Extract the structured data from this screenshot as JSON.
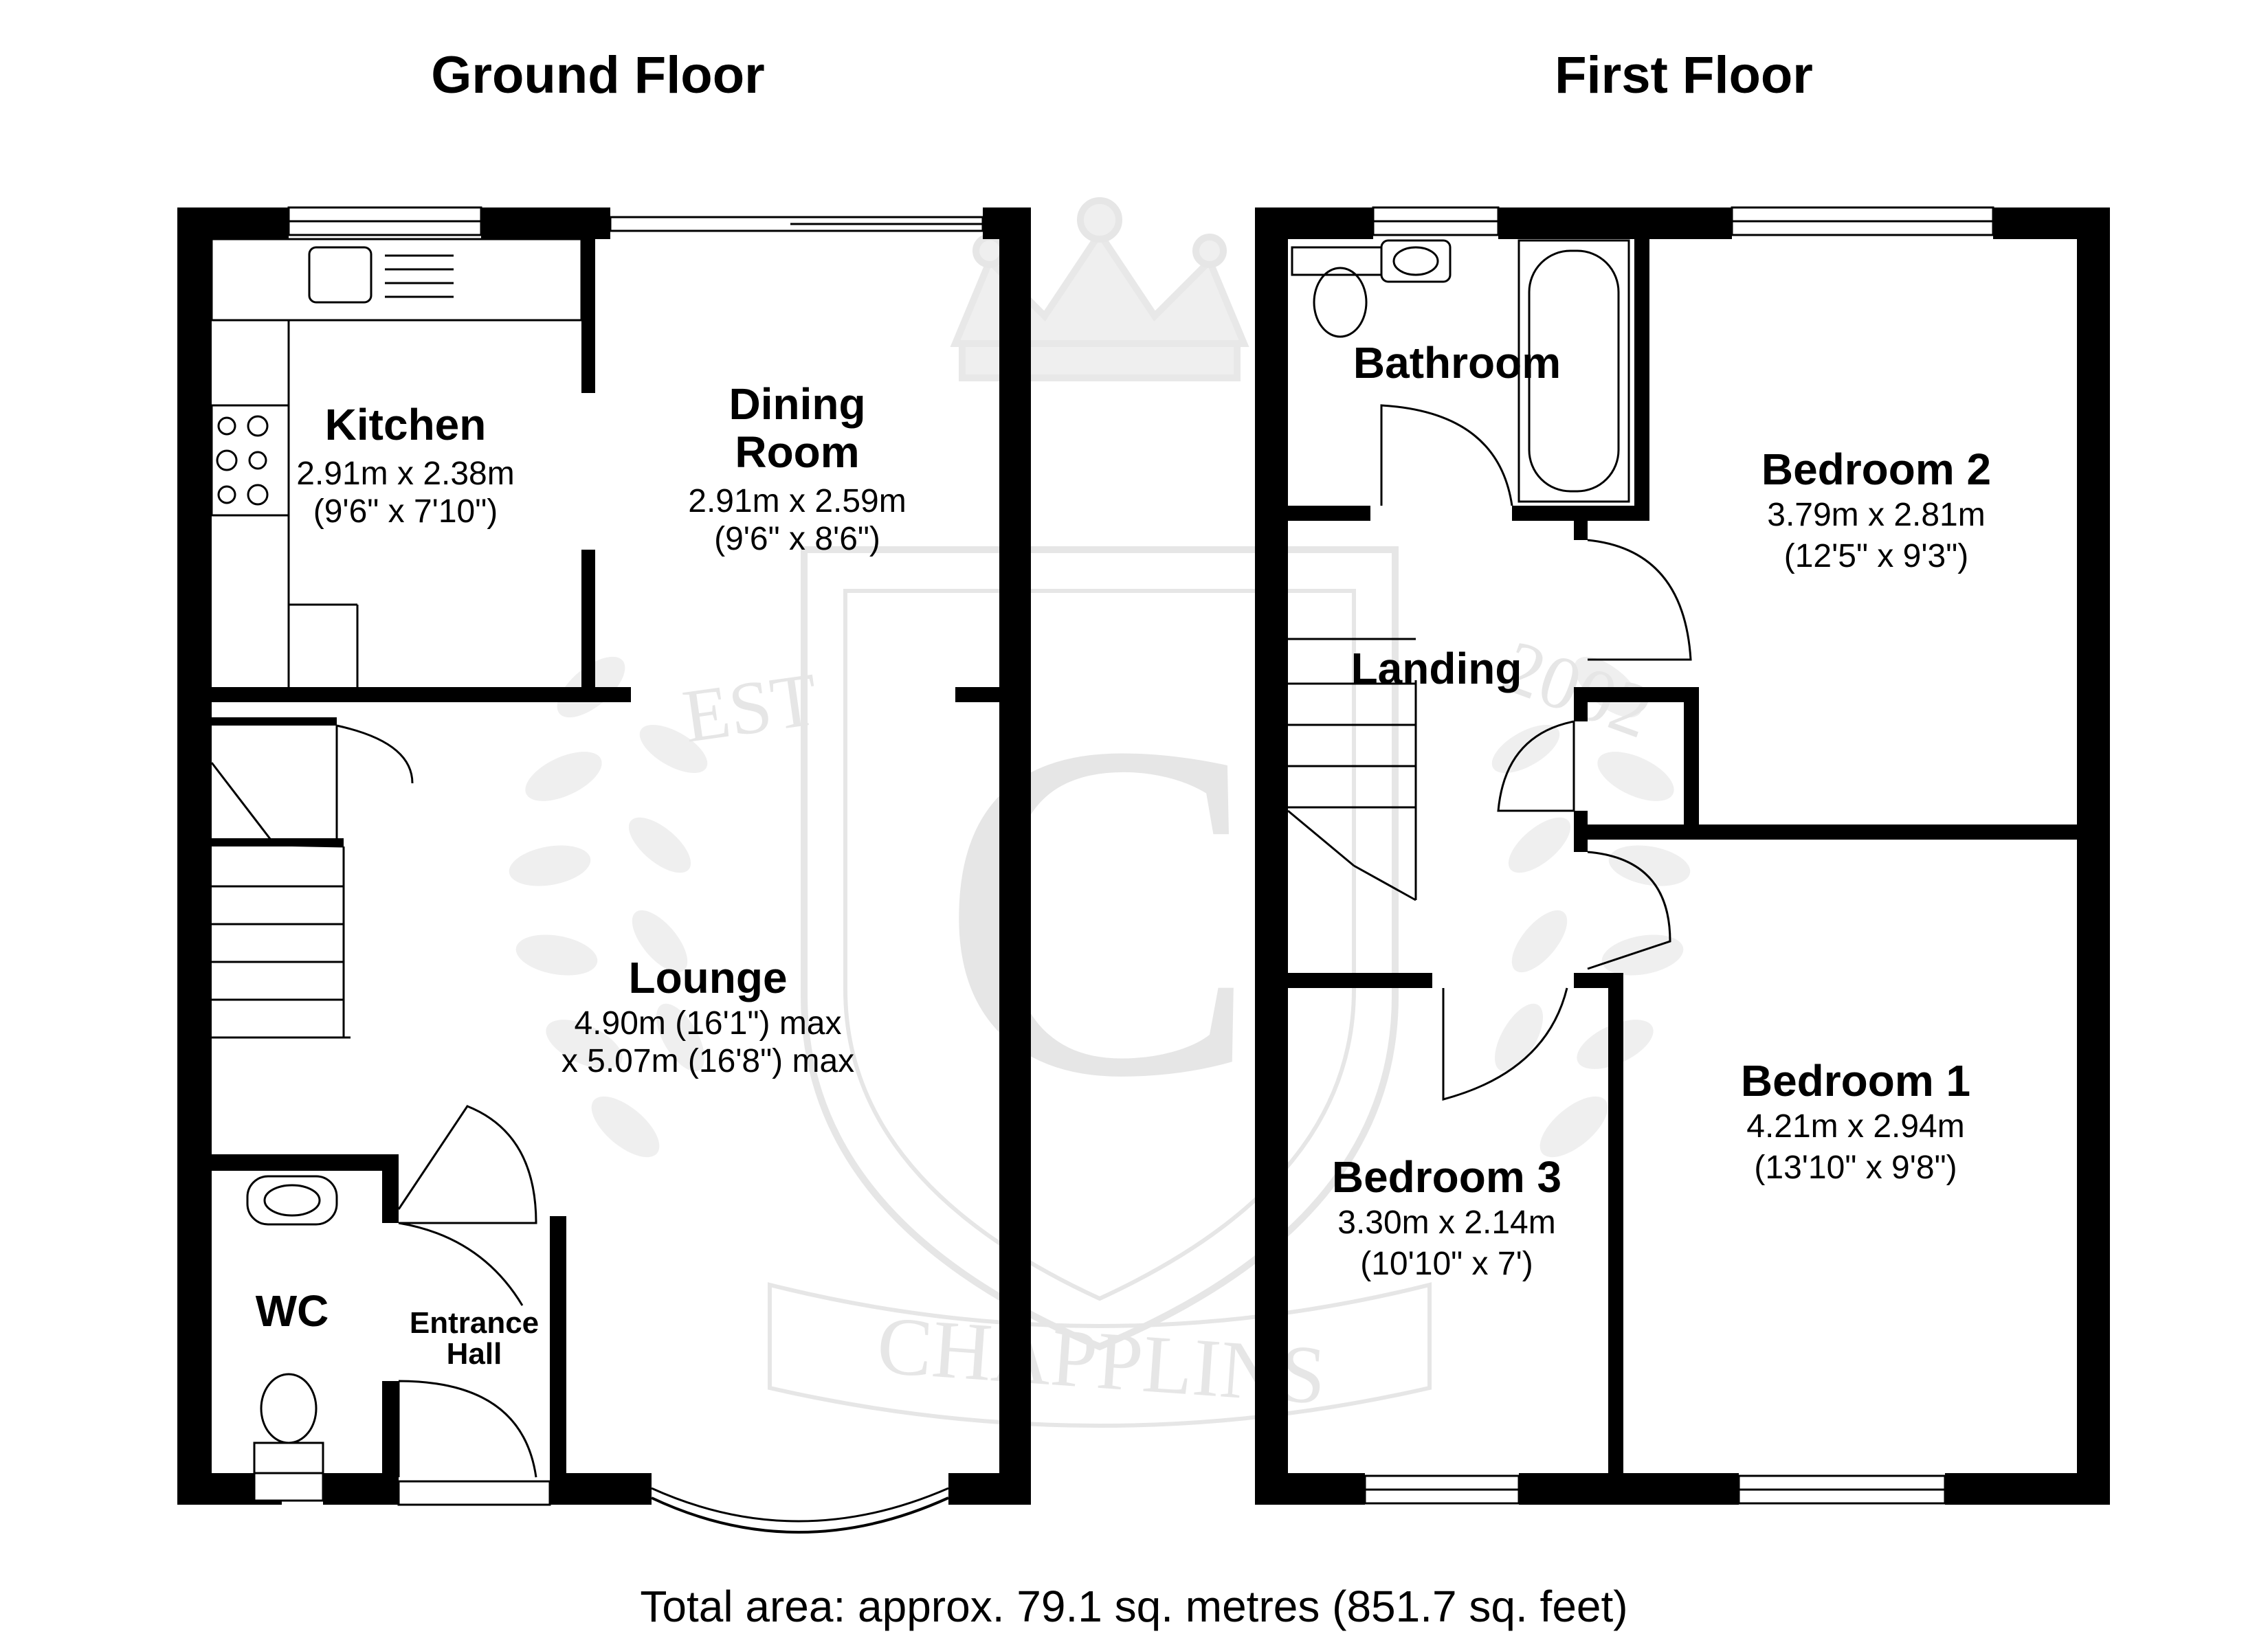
{
  "headings": {
    "ground_floor": "Ground Floor",
    "first_floor": "First Floor"
  },
  "watermark": {
    "est": "EST",
    "year": "2002",
    "initial": "C",
    "brand": "CHAPPLINS"
  },
  "ground_floor": {
    "kitchen": {
      "name": "Kitchen",
      "metric": "2.91m x 2.38m",
      "imperial": "(9'6\" x 7'10\")"
    },
    "dining_room": {
      "name_line1": "Dining",
      "name_line2": "Room",
      "metric": "2.91m x 2.59m",
      "imperial": "(9'6\" x 8'6\")"
    },
    "lounge": {
      "name": "Lounge",
      "line1": "4.90m (16'1\") max",
      "line2": "x 5.07m (16'8\") max"
    },
    "wc": {
      "name": "WC"
    },
    "entrance_hall": {
      "name_line1": "Entrance",
      "name_line2": "Hall"
    }
  },
  "first_floor": {
    "bathroom": {
      "name": "Bathroom"
    },
    "landing": {
      "name": "Landing"
    },
    "bedroom_2": {
      "name": "Bedroom 2",
      "metric": "3.79m x 2.81m",
      "imperial": "(12'5\" x 9'3\")"
    },
    "bedroom_1": {
      "name": "Bedroom 1",
      "metric": "4.21m x 2.94m",
      "imperial": "(13'10\" x 9'8\")"
    },
    "bedroom_3": {
      "name": "Bedroom 3",
      "metric": "3.30m x 2.14m",
      "imperial": "(10'10\" x 7')"
    }
  },
  "footer": {
    "total_area": "Total area: approx. 79.1 sq. metres (851.7 sq. feet)"
  },
  "colors": {
    "wall": "#000000",
    "watermark": "#e6e6e6",
    "background": "#ffffff"
  }
}
